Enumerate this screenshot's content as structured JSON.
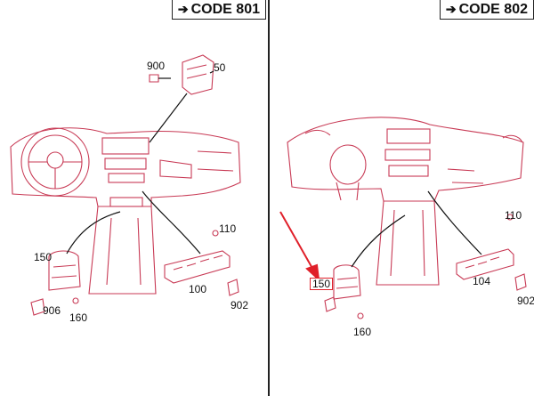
{
  "left_panel": {
    "code_label": "CODE 801",
    "callouts": {
      "c900": "900",
      "c50": "50",
      "c110": "110",
      "c150": "150",
      "c100": "100",
      "c906": "906",
      "c160": "160",
      "c902": "902"
    }
  },
  "right_panel": {
    "code_label": "CODE 802",
    "callouts": {
      "c110": "110",
      "c150": "150",
      "c104": "104",
      "c902": "902",
      "c160": "160"
    }
  },
  "colors": {
    "line_art": "#c83a55",
    "leader": "#111111",
    "highlight": "#e0202a"
  }
}
